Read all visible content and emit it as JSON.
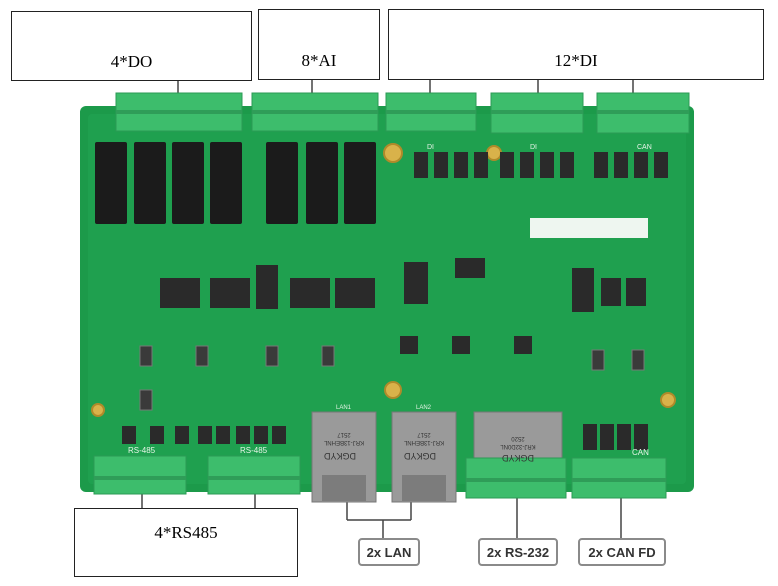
{
  "callouts": {
    "do": "4*DO",
    "ai": "8*AI",
    "di": "12*DI",
    "rs485": "4*RS485"
  },
  "tags": {
    "lan": "2x LAN",
    "rs232": "2x RS-232",
    "canfd": "2x CAN FD"
  },
  "silkscreen": {
    "rs485_a": "RS-485",
    "rs485_b": "RS-485",
    "can_top": "CAN",
    "can_bottom": "CAN",
    "lan1": "LAN1",
    "lan2": "LAN2",
    "jack_brand": "DGKYD",
    "jack_model_lan": "KRJ-13BEHNL",
    "jack_model_rs": "KRJ-32D0NL",
    "jack_code_a": "2517",
    "jack_code_b": "2517",
    "jack_code_c": "2520",
    "di_a": "DI",
    "di_b": "DI"
  },
  "colors": {
    "pcb": "#1c9a4a",
    "pcb_light": "#2fb35e",
    "terminal": "#3dbd6c",
    "relay": "#1b1b1b",
    "chip": "#2a2a2a",
    "jack": "#9a9a9a"
  }
}
